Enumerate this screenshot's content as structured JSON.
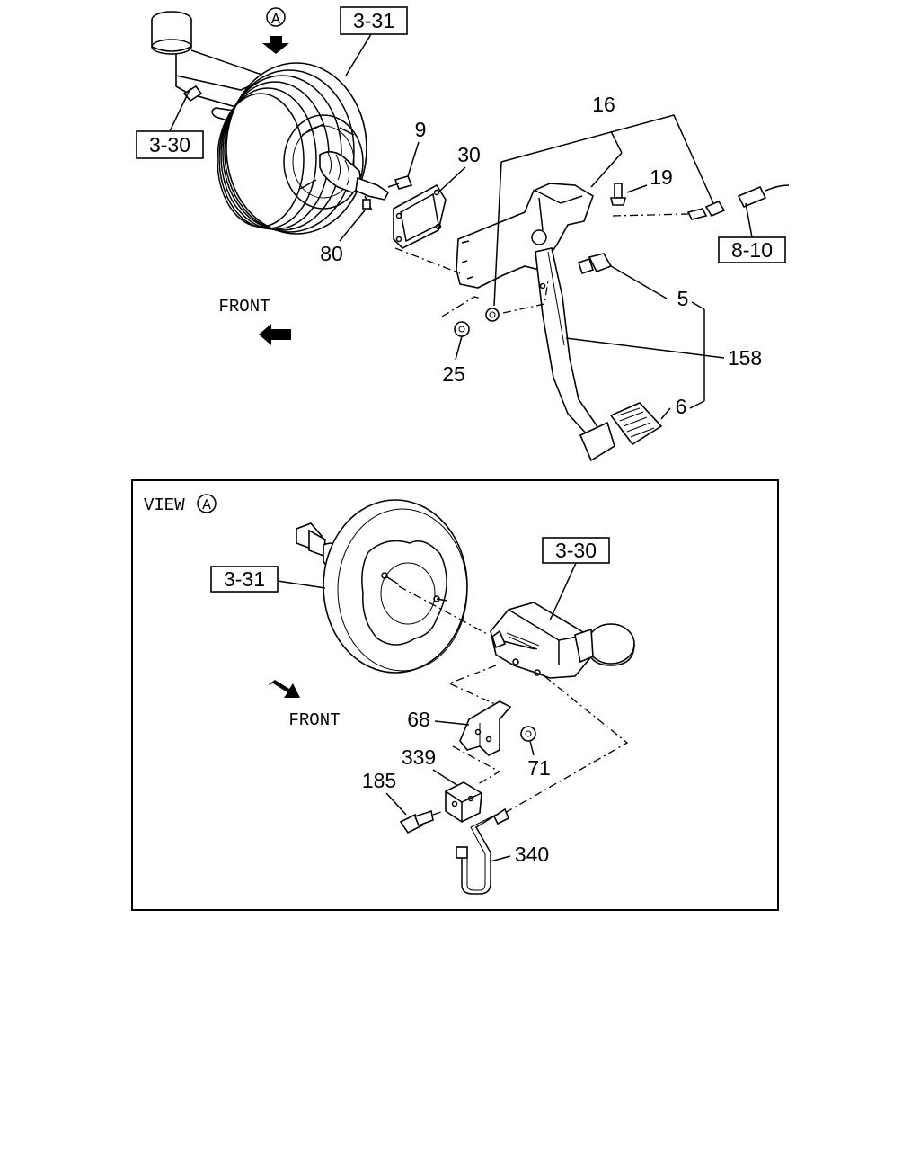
{
  "top_view": {
    "view_marker": "A",
    "callouts": {
      "ref_3_31": "3-31",
      "ref_3_30": "3-30",
      "ref_8_10": "8-10",
      "p16": "16",
      "p9": "9",
      "p30": "30",
      "p19": "19",
      "p80": "80",
      "p5": "5",
      "p158": "158",
      "p25": "25",
      "p6": "6"
    },
    "front_label": "FRONT"
  },
  "detail_view": {
    "title": "VIEW",
    "view_marker": "A",
    "callouts": {
      "ref_3_31": "3-31",
      "ref_3_30": "3-30",
      "p68": "68",
      "p71": "71",
      "p339": "339",
      "p185": "185",
      "p340": "340"
    },
    "front_label": "FRONT"
  }
}
